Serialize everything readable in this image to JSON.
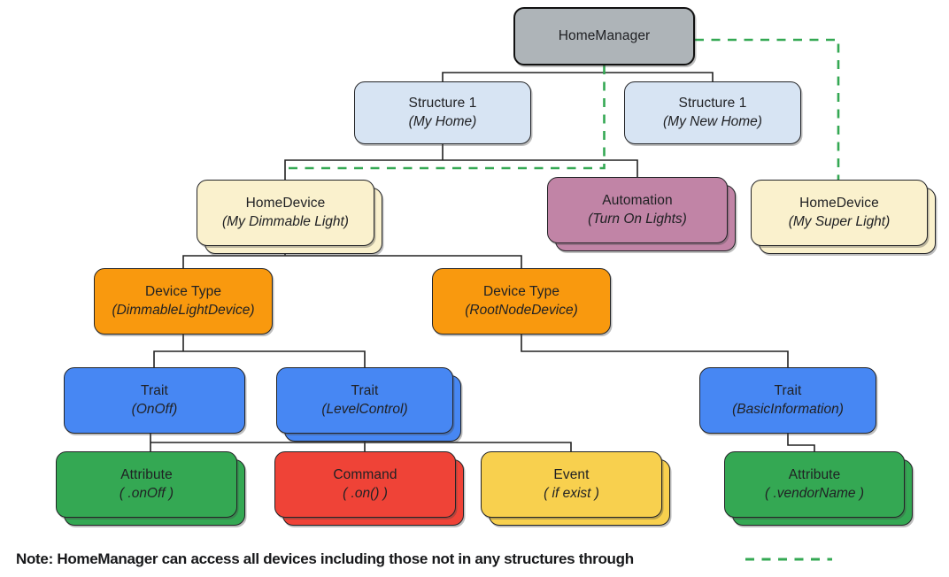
{
  "diagram_title": "HomeManager structure tree",
  "nodes": {
    "homeManager": {
      "title": "HomeManager",
      "subtitle": ""
    },
    "structure1": {
      "title": "Structure 1",
      "subtitle": "(My Home)"
    },
    "structure2": {
      "title": "Structure 1",
      "subtitle": "(My New Home)"
    },
    "homeDevice1": {
      "title": "HomeDevice",
      "subtitle": "(My Dimmable Light)"
    },
    "automation": {
      "title": "Automation",
      "subtitle": "(Turn On Lights)"
    },
    "homeDevice2": {
      "title": "HomeDevice",
      "subtitle": "(My Super Light)"
    },
    "deviceType1": {
      "title": "Device Type",
      "subtitle": "(DimmableLightDevice)"
    },
    "deviceType2": {
      "title": "Device Type",
      "subtitle": "(RootNodeDevice)"
    },
    "traitOnOff": {
      "title": "Trait",
      "subtitle": "(OnOff)"
    },
    "traitLevelControl": {
      "title": "Trait",
      "subtitle": "(LevelControl)"
    },
    "traitBasicInformation": {
      "title": "Trait",
      "subtitle": "(BasicInformation)"
    },
    "attributeOnOff": {
      "title": "Attribute",
      "subtitle": "( .onOff )"
    },
    "command": {
      "title": "Command",
      "subtitle": "( .on() )"
    },
    "event": {
      "title": "Event",
      "subtitle": "( if exist )"
    },
    "attributeVendorName": {
      "title": "Attribute",
      "subtitle": "( .vendorName )"
    }
  },
  "note": {
    "text": "Note: HomeManager can access all devices including those not in any structures through"
  },
  "colors": {
    "gray": "#AEB4B8",
    "light_blue": "#D7E4F3",
    "cream": "#FAF1CD",
    "mauve": "#C184A6",
    "orange": "#F9990E",
    "blue": "#4787F3",
    "green": "#34A853",
    "red": "#EF4337",
    "yellow": "#F8D04E",
    "dashed_link_green": "#34A853",
    "connector_black": "#222222",
    "text": "#202124"
  }
}
